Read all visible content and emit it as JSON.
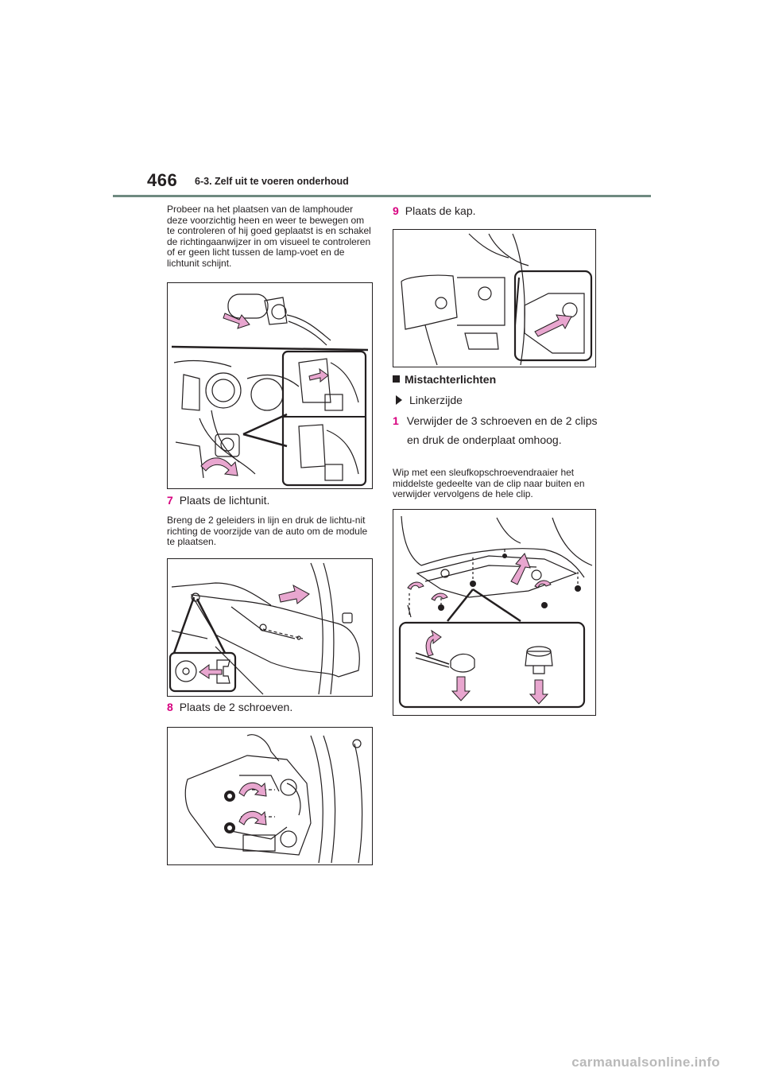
{
  "header": {
    "page_number": "466",
    "section": "6-3. Zelf uit te voeren onderhoud"
  },
  "left": {
    "intro": "Probeer na het plaatsen van de lamphouder deze voorzichtig heen en weer te bewegen om te controleren of hij goed geplaatst is en schakel de richtingaanwijzer in om visueel te controleren of er geen licht tussen de lamp-voet en de lichtunit schijnt.",
    "step7": {
      "num": "7",
      "text": "Plaats de lichtunit."
    },
    "step7_note": "Breng de 2 geleiders in lijn en druk de lichtu-nit richting de voorzijde van de auto om de module te plaatsen.",
    "step8": {
      "num": "8",
      "text": "Plaats de 2 schroeven."
    }
  },
  "right": {
    "step9": {
      "num": "9",
      "text": "Plaats de kap."
    },
    "heading": "Mistachterlichten",
    "subheading": "Linkerzijde",
    "step1": {
      "num": "1",
      "text": "Verwijder de 3 schroeven en de 2 clips en druk de onderplaat omhoog."
    },
    "step1_note": "Wip met een sleufkopschroevendraaier het middelste gedeelte van de clip naar buiten en verwijder vervolgens de hele clip."
  },
  "watermark": "carmanualsonline.info",
  "colors": {
    "arrow": "#e8a6cf",
    "rule": "#6f8a80",
    "step_number": "#d7007f"
  }
}
